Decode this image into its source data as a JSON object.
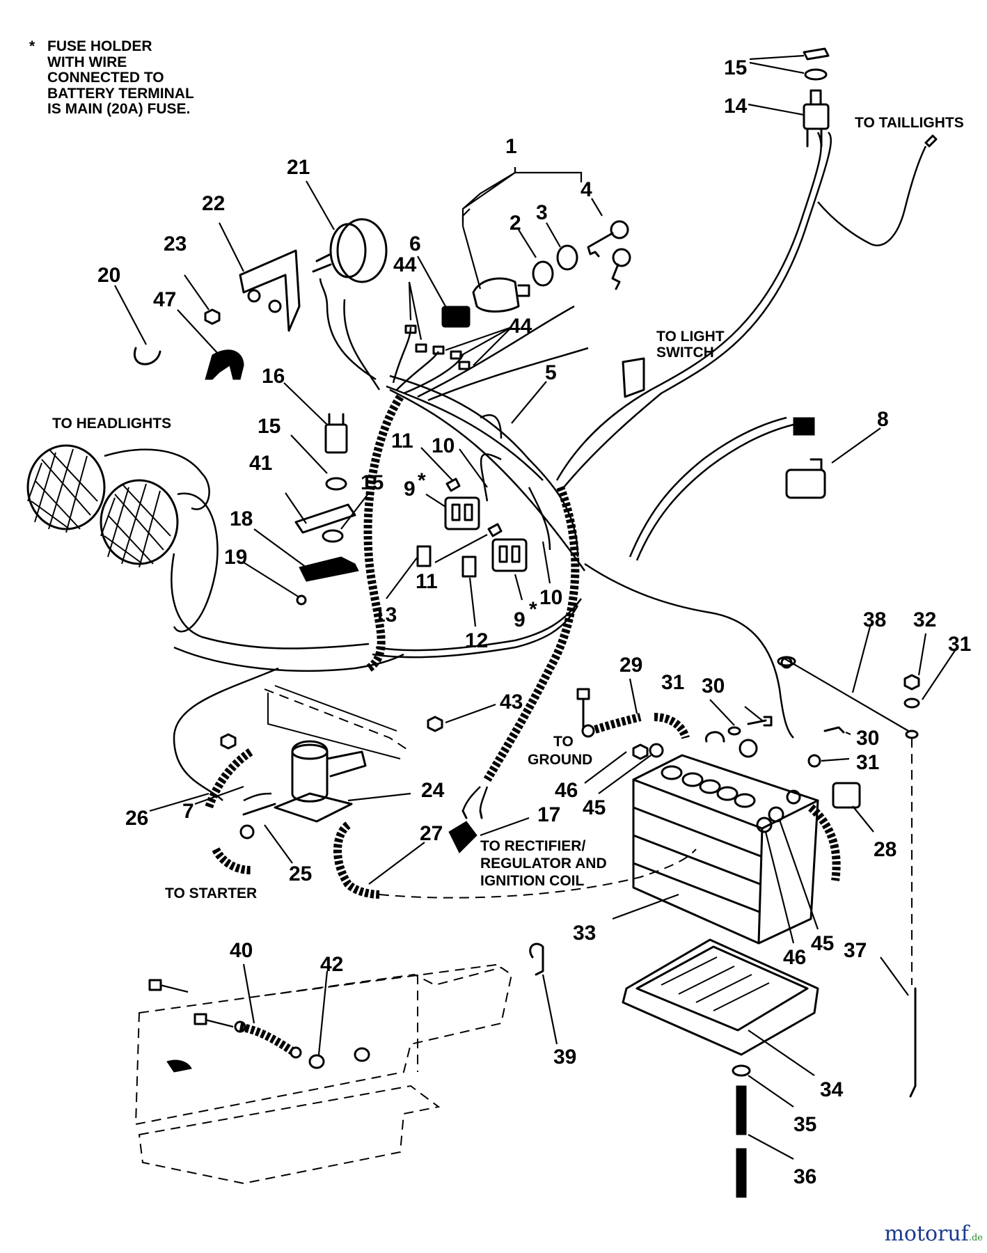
{
  "footnote": [
    "FUSE HOLDER",
    "WITH WIRE",
    "CONNECTED TO",
    "BATTERY TERMINAL",
    "IS MAIN (20A) FUSE."
  ],
  "footnote_marker": "*",
  "labels": {
    "to_taillights": "TO TAILLIGHTS",
    "to_light_switch_1": "TO LIGHT",
    "to_light_switch_2": "SWITCH",
    "to_headlights": "TO HEADLIGHTS",
    "to_ground_1": "TO",
    "to_ground_2": "GROUND",
    "to_starter": "TO STARTER",
    "to_rectifier_1": "TO RECTIFIER/",
    "to_rectifier_2": "REGULATOR AND",
    "to_rectifier_3": "IGNITION COIL"
  },
  "callouts": {
    "n1": "1",
    "n2": "2",
    "n3": "3",
    "n4": "4",
    "n5": "5",
    "n6": "6",
    "n7": "7",
    "n8": "8",
    "n9a": "9",
    "n9b": "9",
    "n10a": "10",
    "n10b": "10",
    "n11a": "11",
    "n11b": "11",
    "n12": "12",
    "n13": "13",
    "n14": "14",
    "n15a": "15",
    "n15b": "15",
    "n15c": "15",
    "n16": "16",
    "n17": "17",
    "n18": "18",
    "n19": "19",
    "n20": "20",
    "n21": "21",
    "n22": "22",
    "n23": "23",
    "n24": "24",
    "n25": "25",
    "n26": "26",
    "n27": "27",
    "n28": "28",
    "n29": "29",
    "n30a": "30",
    "n30b": "30",
    "n31a": "31",
    "n31b": "31",
    "n31c": "31",
    "n32": "32",
    "n33": "33",
    "n34": "34",
    "n35": "35",
    "n36": "36",
    "n37": "37",
    "n38": "38",
    "n39": "39",
    "n40": "40",
    "n41": "41",
    "n42": "42",
    "n43": "43",
    "n44a": "44",
    "n44b": "44",
    "n45a": "45",
    "n45b": "45",
    "n46a": "46",
    "n46b": "46",
    "n47": "47"
  },
  "watermark": {
    "brand": "motoruf",
    "tld": ".de",
    "brand_color": "#1a3a8c",
    "accent_color": "#2a8a2a"
  }
}
